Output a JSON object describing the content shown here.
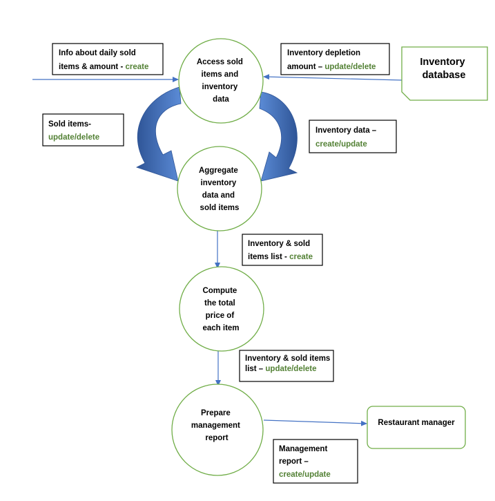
{
  "colors": {
    "circle_border": "#70ad47",
    "flow_line": "#4472c4",
    "curved_arrow": "#4472c4",
    "operation_text": "#538135",
    "entity_border": "#70ad47"
  },
  "processes": [
    {
      "id": "p1",
      "lines": [
        "Access sold",
        "items and",
        "inventory",
        "data"
      ]
    },
    {
      "id": "p2",
      "lines": [
        "Aggregate",
        "inventory",
        "data and",
        "sold items"
      ]
    },
    {
      "id": "p3",
      "lines": [
        "Compute",
        "the total",
        "price of",
        "each item"
      ]
    },
    {
      "id": "p4",
      "lines": [
        "Prepare",
        "management",
        "report"
      ]
    }
  ],
  "entities": {
    "inventory_database": {
      "lines": [
        "Inventory",
        "database"
      ]
    },
    "restaurant_manager": {
      "label": "Restaurant manager"
    }
  },
  "notes": [
    {
      "id": "n1",
      "lines": [
        {
          "text": "Info about daily sold",
          "op": ""
        },
        {
          "text": "items & amount - ",
          "op": "create"
        }
      ]
    },
    {
      "id": "n2",
      "lines": [
        {
          "text": "Inventory depletion",
          "op": ""
        },
        {
          "text": "amount – ",
          "op": "update/delete"
        }
      ]
    },
    {
      "id": "n3",
      "lines": [
        {
          "text": "Sold items-",
          "op": ""
        },
        {
          "text": "",
          "op": "update/delete"
        }
      ]
    },
    {
      "id": "n4",
      "lines": [
        {
          "text": "Inventory data –",
          "op": ""
        },
        {
          "text": "",
          "op": "create/update"
        }
      ]
    },
    {
      "id": "n5",
      "lines": [
        {
          "text": "Inventory & sold",
          "op": ""
        },
        {
          "text": "items list - ",
          "op": "create"
        }
      ]
    },
    {
      "id": "n6",
      "lines": [
        {
          "text": "Inventory & sold items",
          "op": ""
        },
        {
          "text": "list – ",
          "op": "update/delete"
        }
      ]
    },
    {
      "id": "n7",
      "lines": [
        {
          "text": "Management",
          "op": ""
        },
        {
          "text": "report –",
          "op": ""
        },
        {
          "text": "",
          "op": "create/update"
        }
      ]
    }
  ]
}
